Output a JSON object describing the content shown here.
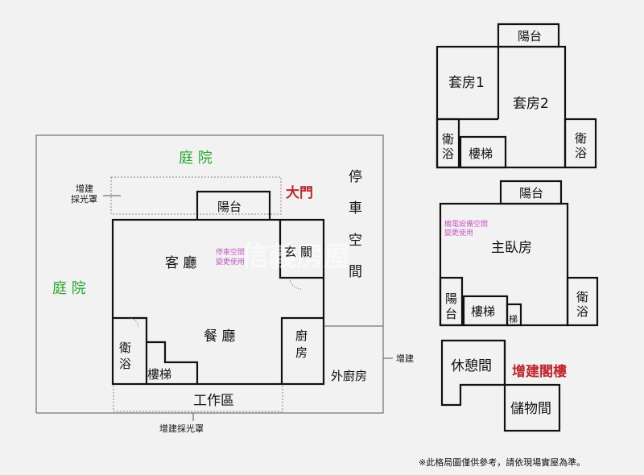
{
  "labels": {
    "courtyard_top": "庭 院",
    "courtyard_left": "庭 院",
    "skylight_left_1": "增建",
    "skylight_left_2": "採光罩",
    "balcony_main": "陽台",
    "main_door": "大門",
    "parking": [
      "停",
      "車",
      "空",
      "間"
    ],
    "living": "客 廳",
    "living_note_1": "停車空間",
    "living_note_2": "變更使用",
    "entry_1": "玄",
    "entry_2": "關",
    "dining": "餐 廳",
    "bath_main_1": "衛",
    "bath_main_2": "浴",
    "stairs_main": "樓梯",
    "kitchen_1": "廚",
    "kitchen_2": "房",
    "outer_kitchen": "外廚房",
    "extension": "增建",
    "work_area": "工作區",
    "skylight_bottom": "增建採光罩",
    "f2_balcony": "陽台",
    "f2_suite1": "套房1",
    "f2_suite2": "套房2",
    "f2_bath_left_1": "衛",
    "f2_bath_left_2": "浴",
    "f2_stairs": "樓梯",
    "f2_bath_right_1": "衛",
    "f2_bath_right_2": "浴",
    "f3_balcony": "陽台",
    "f3_note_1": "機電設備空間",
    "f3_note_2": "變更使用",
    "f3_master": "主臥房",
    "f3_balcony_side_1": "陽",
    "f3_balcony_side_2": "台",
    "f3_stairs": "樓梯",
    "f3_stairs_small": "梯",
    "f3_bath_1": "衛",
    "f3_bath_2": "浴",
    "f4_lounge": "休憩間",
    "f4_title": "增建閣樓",
    "f4_storage": "儲物間",
    "disclaimer": "※此格局圖僅供參考，請依現場實屋為準。",
    "watermark": "信義房屋"
  },
  "colors": {
    "background": "#f2f2f2",
    "wall": "#111111",
    "courtyard": "#2aa52a",
    "highlight": "#c0272d",
    "note": "#c85ac8"
  }
}
